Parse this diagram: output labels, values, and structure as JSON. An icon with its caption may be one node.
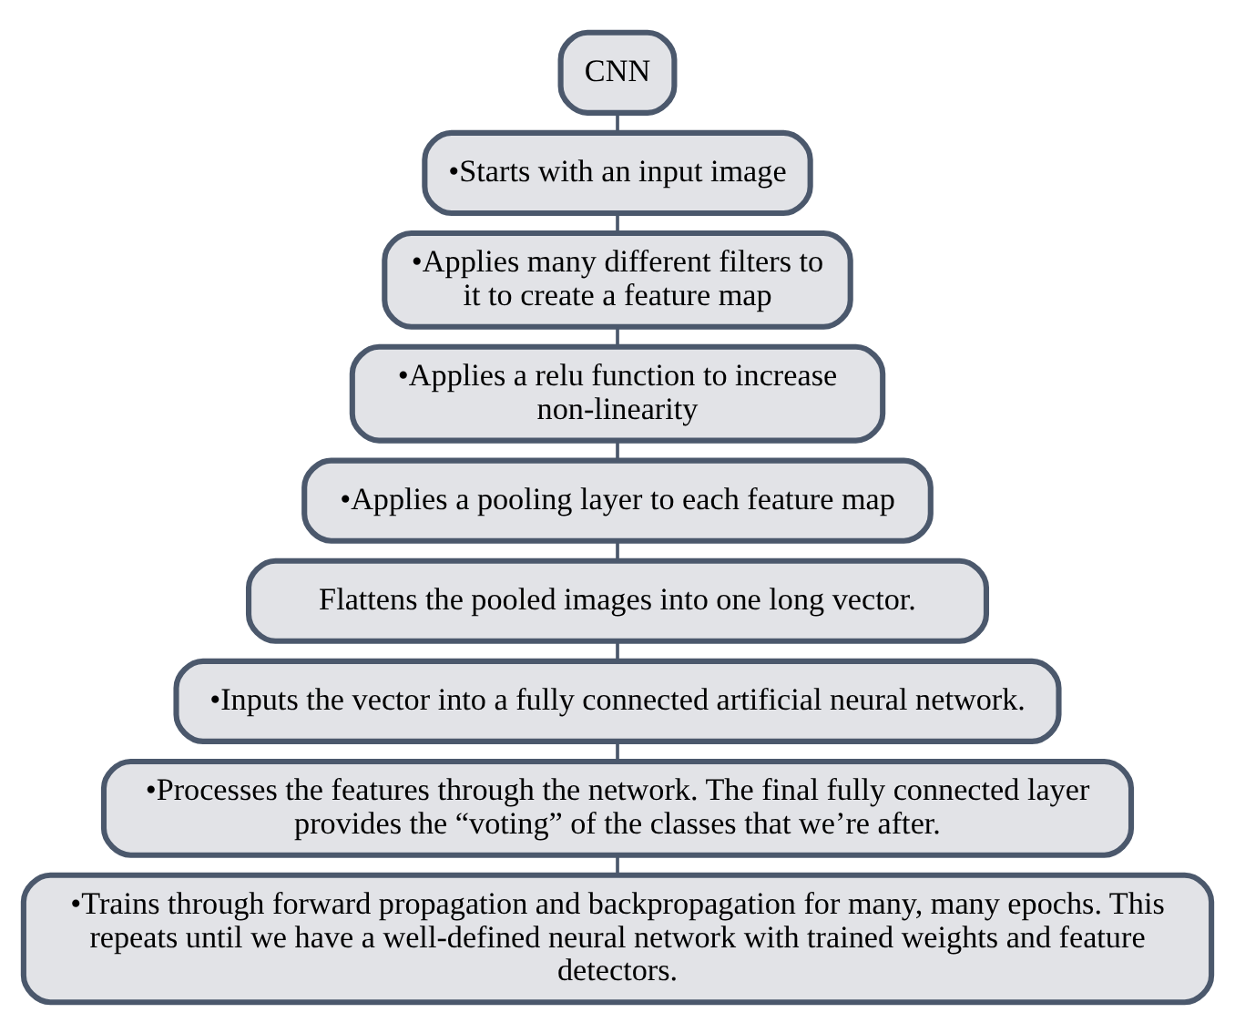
{
  "diagram": {
    "nodes": [
      {
        "text": [
          "CNN"
        ]
      },
      {
        "text": [
          "•Starts with an input image"
        ]
      },
      {
        "text": [
          "•Applies many different filters to it to create a feature map"
        ]
      },
      {
        "text": [
          "•Applies a relu function to increase non-linearity"
        ]
      },
      {
        "text": [
          "•Applies a pooling layer to each feature map"
        ]
      },
      {
        "text": [
          "Flattens the pooled images into one long vector."
        ]
      },
      {
        "text": [
          "•Inputs the vector into a fully connected artificial neural network."
        ]
      },
      {
        "text": [
          "•Processes the features through the network. The final fully connected layer provides the “voting” of the classes that we’re after."
        ]
      },
      {
        "text": [
          "•Trains through forward propagation and backpropagation for many, many epochs. This repeats until we have a well-defined neural network with trained weights and feature detectors."
        ]
      }
    ],
    "edges": [
      {
        "from": 0,
        "to": 1,
        "arrow": "none"
      },
      {
        "from": 1,
        "to": 2,
        "arrow": "none"
      },
      {
        "from": 2,
        "to": 3,
        "arrow": "none"
      },
      {
        "from": 3,
        "to": 4,
        "arrow": "none"
      },
      {
        "from": 4,
        "to": 5,
        "arrow": "none"
      },
      {
        "from": 5,
        "to": 6,
        "arrow": "none"
      },
      {
        "from": 6,
        "to": 7,
        "arrow": "none"
      },
      {
        "from": 7,
        "to": 8,
        "arrow": "none"
      }
    ]
  }
}
